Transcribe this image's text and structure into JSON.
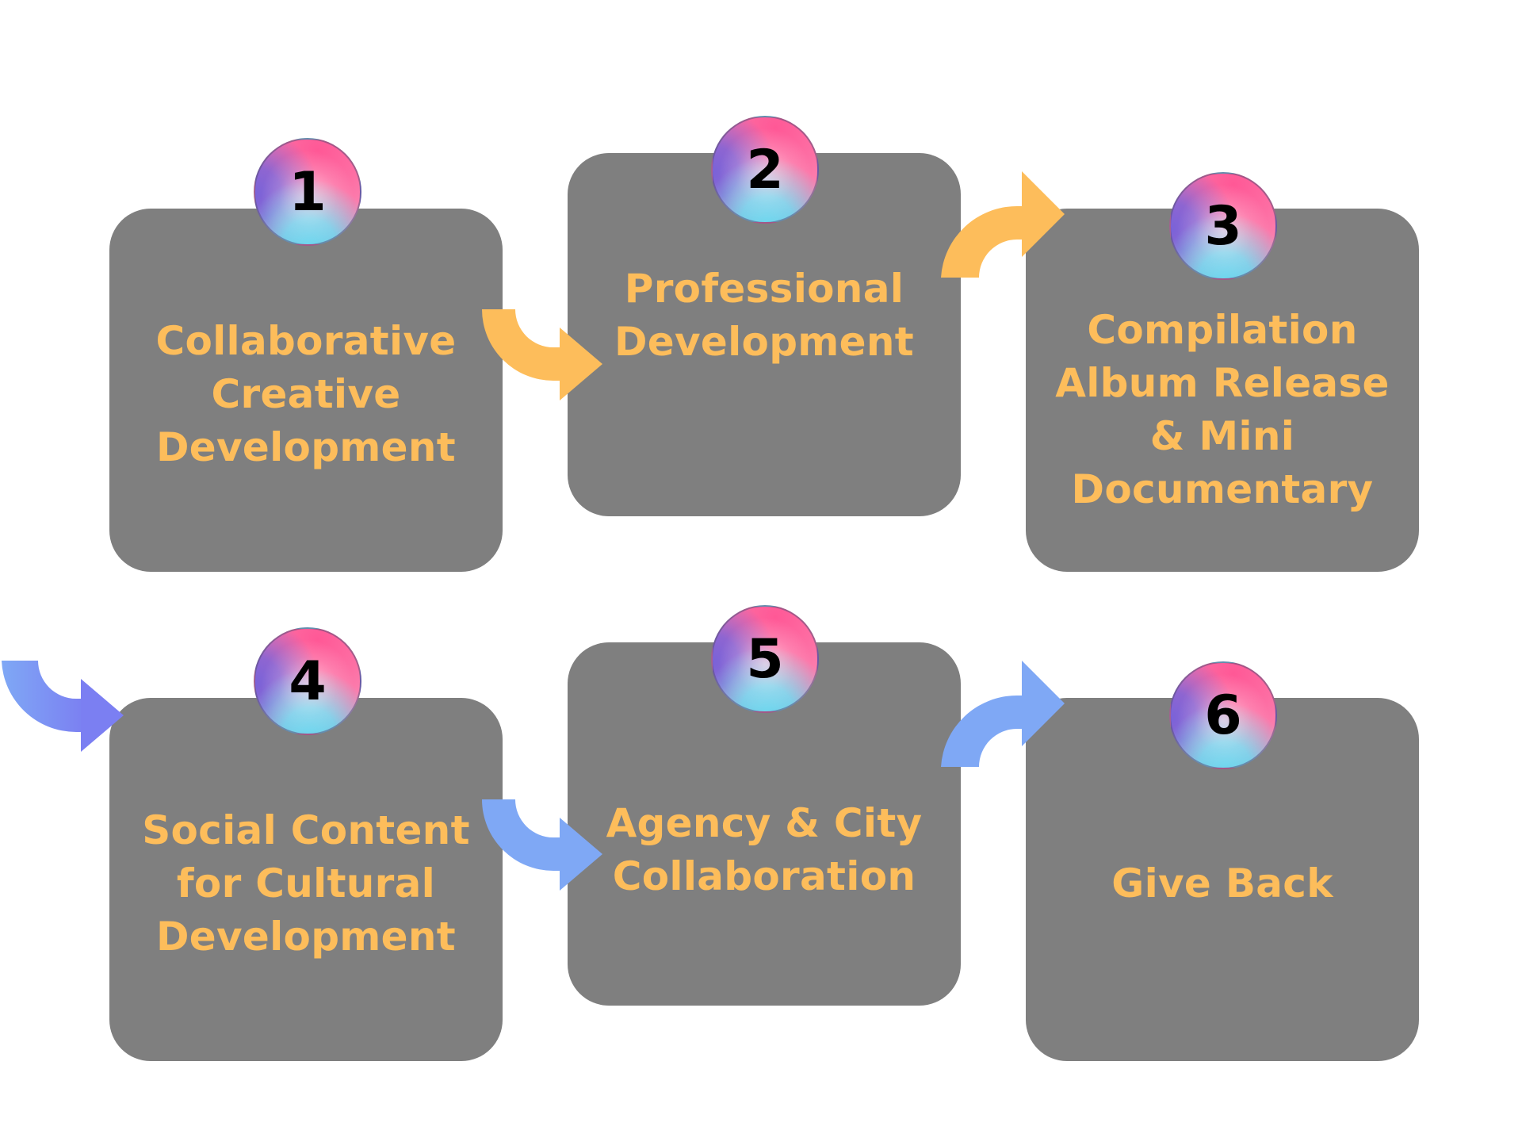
{
  "colors": {
    "box_fill": "#7f7f7f",
    "label_text": "#fdbd5b",
    "arrow_orange": "#fdbd5b",
    "arrow_blue": "#7fa8f5",
    "arrow_indigo": "#7b7ff2",
    "badge_pink": "#ff5896",
    "badge_purple": "#7a62d8",
    "badge_cyan": "#6fd6ee"
  },
  "steps": [
    {
      "number": "1",
      "label": "Collaborative\nCreative\nDevelopment"
    },
    {
      "number": "2",
      "label": "Professional\nDevelopment"
    },
    {
      "number": "3",
      "label": "Compilation\nAlbum Release\n& Mini\nDocumentary"
    },
    {
      "number": "4",
      "label": "Social Content\nfor Cultural\nDevelopment"
    },
    {
      "number": "5",
      "label": "Agency & City\nCollaboration"
    },
    {
      "number": "6",
      "label": "Give Back"
    }
  ],
  "arrows": [
    {
      "icon": "curved-arrow-down-right-icon",
      "color": "orange"
    },
    {
      "icon": "curved-arrow-up-right-icon",
      "color": "orange"
    },
    {
      "icon": "curved-arrow-down-right-icon",
      "color": "indigo-blue"
    },
    {
      "icon": "curved-arrow-down-right-icon",
      "color": "blue"
    },
    {
      "icon": "curved-arrow-up-right-icon",
      "color": "blue"
    }
  ]
}
